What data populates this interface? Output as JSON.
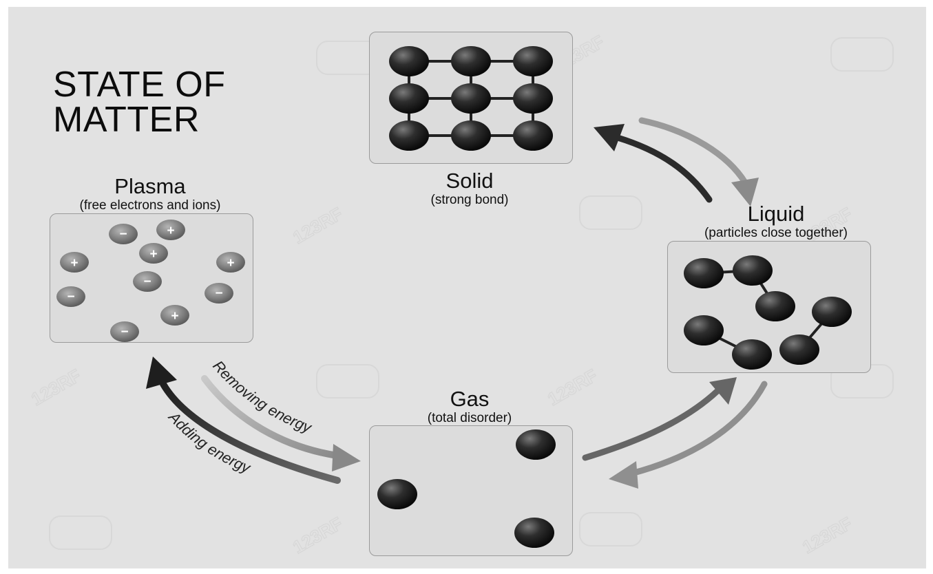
{
  "title": {
    "line1": "STATE OF",
    "line2": "MATTER"
  },
  "states": {
    "solid": {
      "name": "Solid",
      "desc": "(strong bond)"
    },
    "liquid": {
      "name": "Liquid",
      "desc": "(particles close together)"
    },
    "gas": {
      "name": "Gas",
      "desc": "(total disorder)"
    },
    "plasma": {
      "name": "Plasma",
      "desc": "(free electrons and ions)"
    }
  },
  "arrows": {
    "removing": "Removing energy",
    "adding": "Adding energy"
  },
  "ion_symbols": {
    "positive": "+",
    "negative": "−"
  },
  "watermark": "123RF",
  "colors": {
    "background": "#e2e2e2",
    "box": "#dcdcdc",
    "particle": "#2a2a2a"
  }
}
